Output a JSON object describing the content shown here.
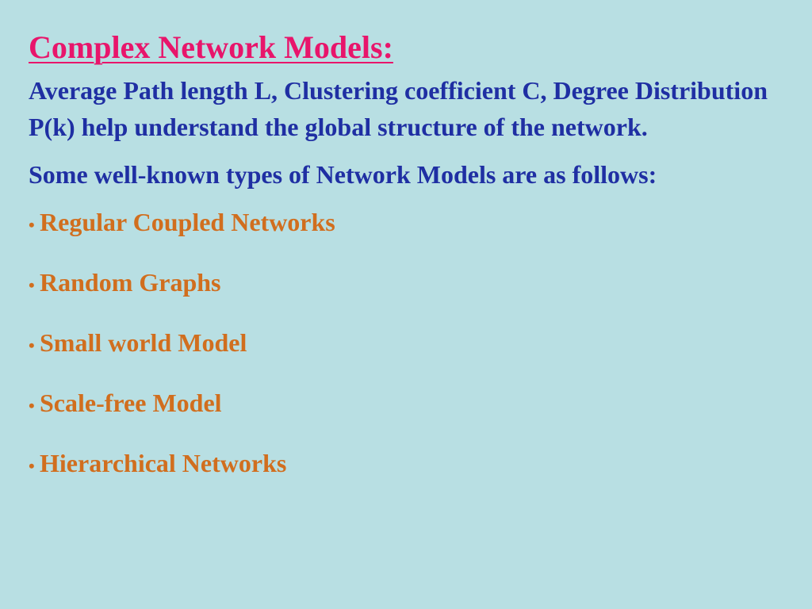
{
  "slide": {
    "title": "Complex Network Models:",
    "paragraph1": "Average Path length L, Clustering coefficient C, Degree Distribution P(k) help understand the global structure of the network.",
    "paragraph2": "Some well-known types of Network Models are as follows:",
    "bullet_glyph": "•",
    "items": [
      "Regular Coupled Networks",
      "Random Graphs",
      "Small world Model",
      "Scale-free Model",
      "Hierarchical Networks"
    ]
  },
  "colors": {
    "background": "#b8dfe3",
    "title": "#e8156b",
    "body_text": "#1f2fa3",
    "list_text": "#d16e1e"
  }
}
